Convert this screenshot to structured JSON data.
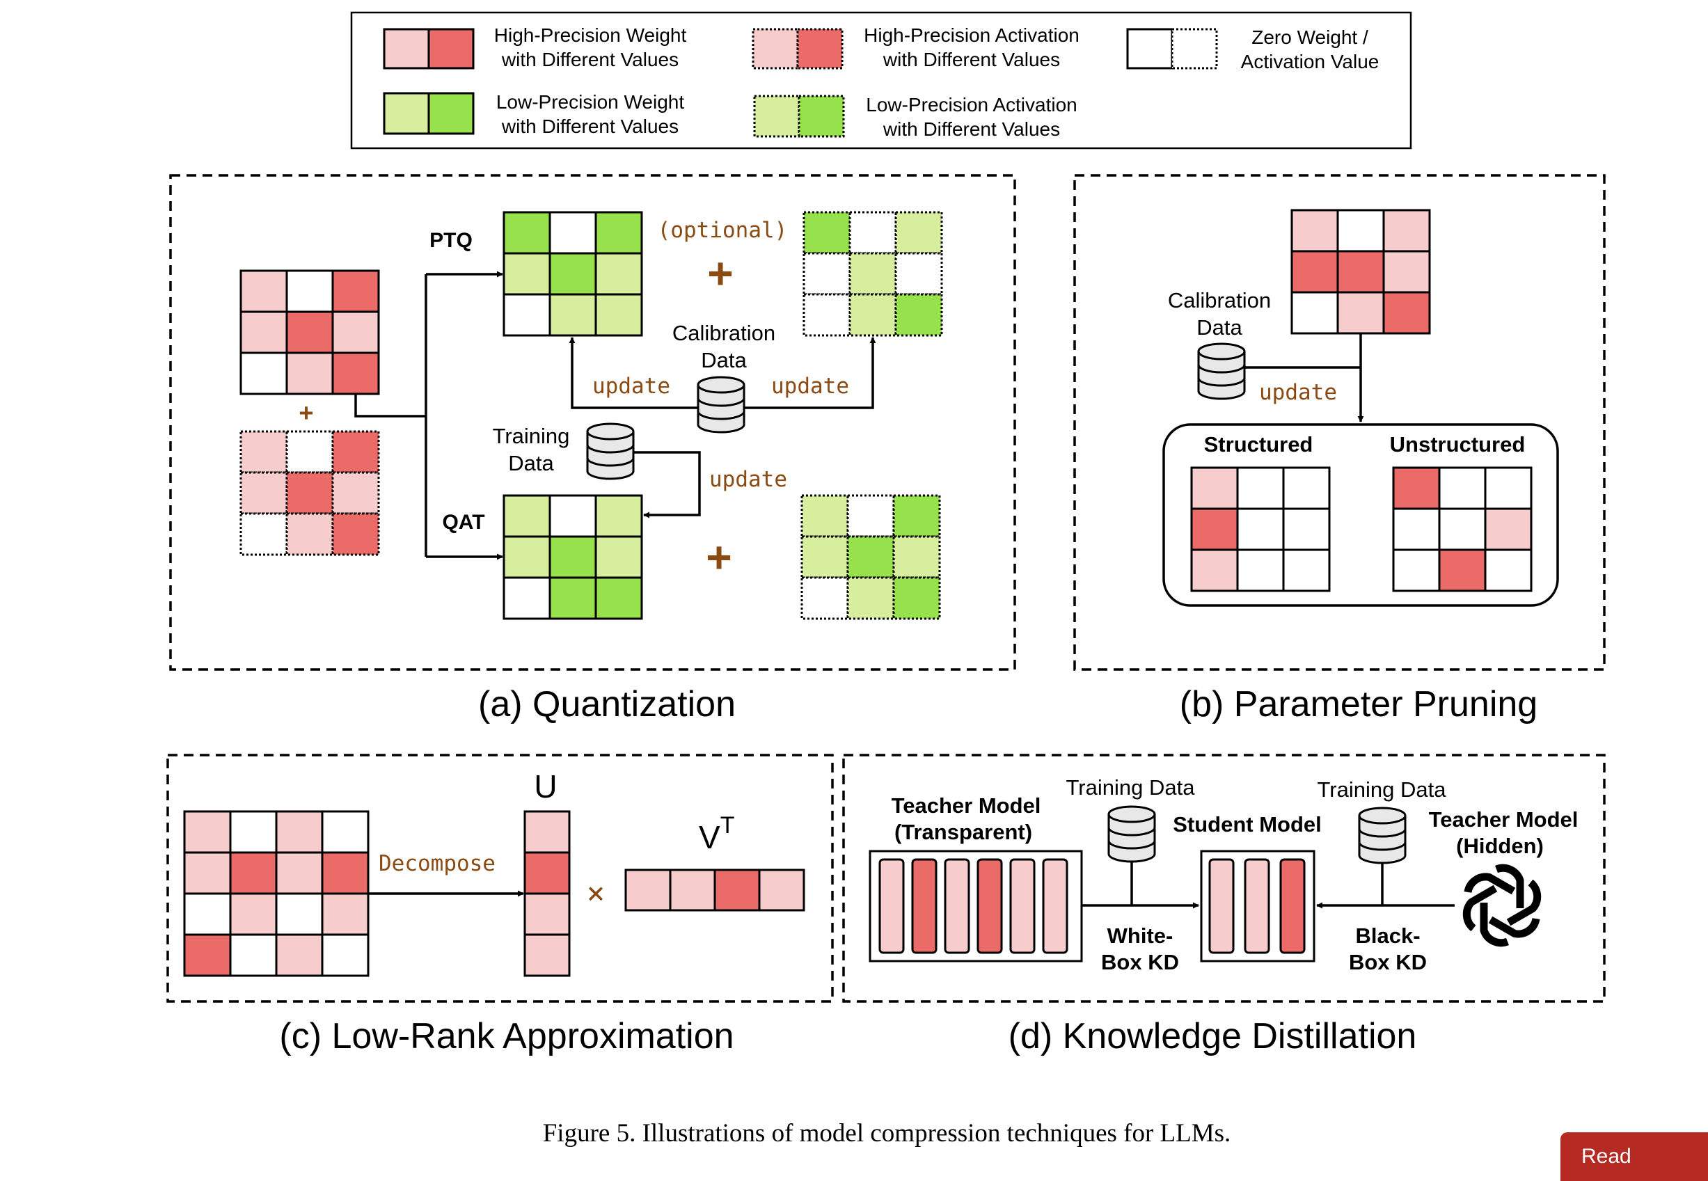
{
  "colors": {
    "hp_light": "#f6cccd",
    "hp_dark": "#ea6b67",
    "lp_light": "#d6ee9e",
    "lp_dark": "#97e24c",
    "zero": "#ffffff",
    "update_text": "#8b4a12",
    "plus": "#8b4a12"
  },
  "legend": {
    "hp_weight": [
      "High-Precision Weight",
      "with Different Values"
    ],
    "hp_activation": [
      "High-Precision Activation",
      "with Different Values"
    ],
    "zero": [
      "Zero Weight  /",
      "Activation Value"
    ],
    "lp_weight": [
      "Low-Precision Weight",
      "with Different Values"
    ],
    "lp_activation": [
      "Low-Precision Activation",
      "with Different Values"
    ]
  },
  "quantization": {
    "ptq": "PTQ",
    "qat": "QAT",
    "optional": "(optional)",
    "plus": "+",
    "calibration": [
      "Calibration",
      "Data"
    ],
    "training": [
      "Training",
      "Data"
    ],
    "update": "update",
    "caption": "(a) Quantization"
  },
  "pruning": {
    "calibration": [
      "Calibration",
      "Data"
    ],
    "update": "update",
    "structured": "Structured",
    "unstructured": "Unstructured",
    "caption": "(b) Parameter Pruning"
  },
  "lowrank": {
    "u": "U",
    "v": "V",
    "v_sup": "T",
    "decompose": "Decompose",
    "times": "×",
    "caption": "(c) Low-Rank Approximation"
  },
  "kd": {
    "training_data_1": "Training Data",
    "training_data_2": "Training Data",
    "teacher_transparent": [
      "Teacher Model",
      "(Transparent)"
    ],
    "student": "Student Model",
    "teacher_hidden": [
      "Teacher Model",
      "(Hidden)"
    ],
    "white_box": [
      "White-",
      "Box KD"
    ],
    "black_box": [
      "Black-",
      "Box KD"
    ],
    "caption": "(d) Knowledge Distillation"
  },
  "figure_caption": "Figure 5. Illustrations of model compression techniques for LLMs.",
  "corner_button": "Read"
}
